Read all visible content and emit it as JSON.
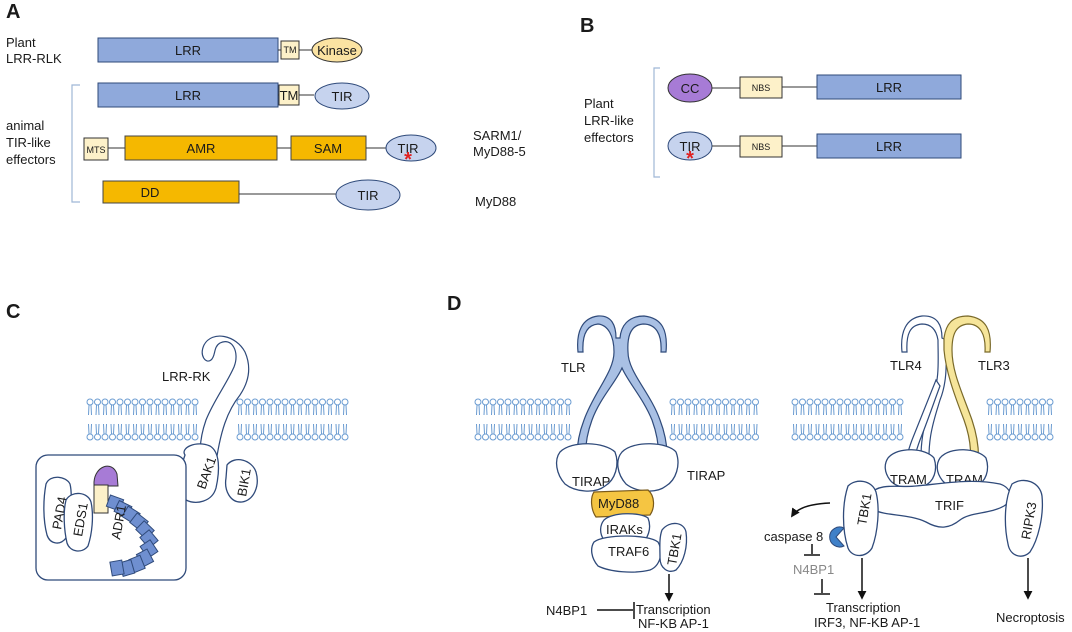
{
  "panels": {
    "A": {
      "letter": "A",
      "plant_label_1": "Plant",
      "plant_label_2": "LRR-RLK",
      "animal_label_1": "animal",
      "animal_label_2": "TIR-like",
      "animal_label_3": "effectors",
      "lrr": "LRR",
      "tm": "TM",
      "kinase": "Kinase",
      "tir": "TIR",
      "mts": "MTS",
      "amr": "AMR",
      "sam": "SAM",
      "dd": "DD",
      "sarm_label_1": "SARM1/",
      "sarm_label_2": "MyD88-5",
      "myd88_label": "MyD88",
      "star": "*"
    },
    "B": {
      "letter": "B",
      "label_1": "Plant",
      "label_2": "LRR-like",
      "label_3": "effectors",
      "cc": "CC",
      "nbs": "NBS",
      "lrr": "LRR",
      "tir": "TIR",
      "star": "*"
    },
    "C": {
      "letter": "C",
      "lrr_rk": "LRR-RK",
      "bak1": "BAK1",
      "bik1": "BIK1",
      "pad4": "PAD4",
      "eds1": "EDS1",
      "adr1": "ADR1"
    },
    "D": {
      "letter": "D",
      "tlr": "TLR",
      "tirap_left": "TIRAP",
      "tirap_right": "TIRAP",
      "myd88": "MyD88",
      "iraks": "IRAKs",
      "traf6": "TRAF6",
      "tbk1_left": "TBK1",
      "n4bp1_left": "N4BP1",
      "transcription_left_1": "Transcription",
      "transcription_left_2": "NF-KB AP-1",
      "tlr4": "TLR4",
      "tlr3": "TLR3",
      "tram_left": "TRAM",
      "tram_right": "TRAM",
      "trif": "TRIF",
      "tbk1_right": "TBK1",
      "ripk3": "RIPK3",
      "caspase8": "caspase 8",
      "n4bp1_right": "N4BP1",
      "transcription_right_1": "Transcription",
      "transcription_right_2": "IRF3, NF-KB AP-1",
      "necroptosis": "Necroptosis"
    }
  },
  "colors": {
    "lrr_blue": "#8fa9db",
    "tir_blue": "#c6d3ee",
    "orange": "#f5b800",
    "cream": "#fdf1c9",
    "purple": "#a77bd6",
    "membrane": "#6a9bd1",
    "star_red": "#e02020"
  }
}
